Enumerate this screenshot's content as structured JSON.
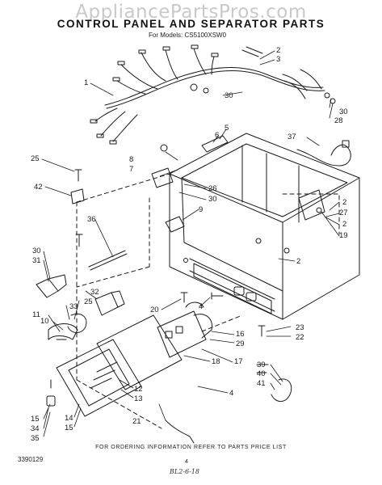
{
  "header": {
    "watermark": "AppliancePartsPros.com",
    "title": "CONTROL PANEL AND SEPARATOR PARTS",
    "subtitle": "For Models: CS5100XSW0"
  },
  "footer": {
    "note": "FOR ORDERING INFORMATION REFER TO PARTS PRICE LIST",
    "doc_code": "3390129",
    "page_number": "4",
    "handwritten": "BL2-6-18"
  },
  "callouts": {
    "c1": "1",
    "c2a": "2",
    "c3": "3",
    "c30a": "30",
    "c30b": "30",
    "c28": "28",
    "c5": "5",
    "c6": "6",
    "c8": "8",
    "c7": "7",
    "c26": "26",
    "c30c": "30",
    "c9": "9",
    "c37": "37",
    "c25a": "25",
    "c42": "42",
    "c36": "36",
    "c2b": "2",
    "c27": "27",
    "c2c": "2",
    "c19": "19",
    "c2d": "2",
    "c30d": "30",
    "c31": "31",
    "c32": "32",
    "c25b": "25",
    "c33": "33",
    "c11": "11",
    "c10": "10",
    "c20": "20",
    "c4a": "4",
    "c23": "23",
    "c22": "22",
    "c16": "16",
    "c29": "29",
    "c18": "18",
    "c17": "17",
    "c4b": "4",
    "c15a": "15",
    "c34": "34",
    "c35": "35",
    "c14": "14",
    "c15b": "15",
    "c12": "12",
    "c13": "13",
    "c21": "21",
    "c39": "39",
    "c40": "40",
    "c41": "41"
  },
  "colors": {
    "line": "#1a1a1a",
    "watermark": "#c9c9c9",
    "background": "#ffffff"
  }
}
